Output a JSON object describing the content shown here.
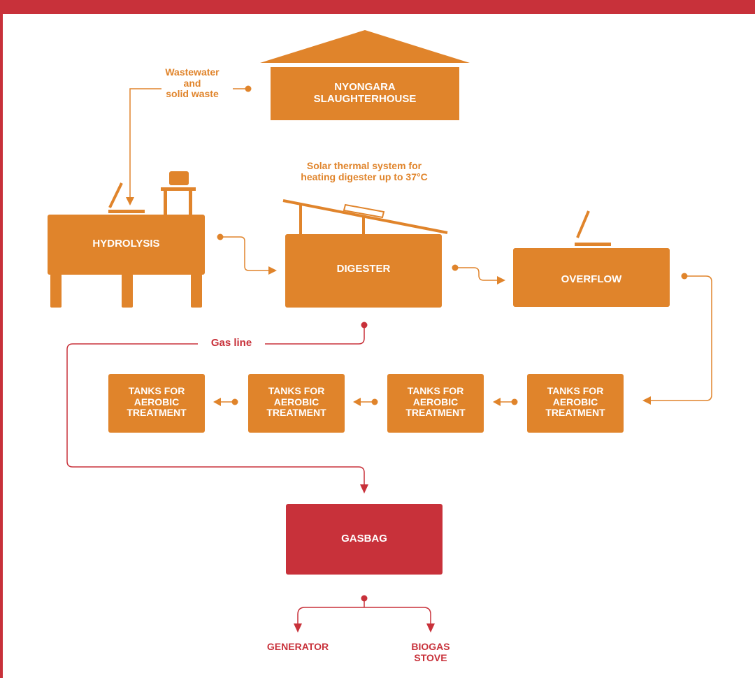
{
  "colors": {
    "orange": "#e0842b",
    "red": "#c8313a",
    "background": "#ffffff"
  },
  "nodes": {
    "slaughterhouse": "NYONGARA\nSLAUGHTERHOUSE",
    "hydrolysis": "HYDROLYSIS",
    "digester": "DIGESTER",
    "overflow": "OVERFLOW",
    "tank_1": "TANKS FOR\nAEROBIC\nTREATMENT",
    "tank_2": "TANKS FOR\nAEROBIC\nTREATMENT",
    "tank_3": "TANKS FOR\nAEROBIC\nTREATMENT",
    "tank_4": "TANKS FOR\nAEROBIC\nTREATMENT",
    "gasbag": "GASBAG",
    "generator": "GENERATOR",
    "biogas_stove": "BIOGAS\nSTOVE"
  },
  "labels": {
    "waste": "Wastewater\nand\nsolid waste",
    "solar": "Solar thermal system for\nheating digester up to 37°C",
    "gas_line": "Gas line"
  }
}
